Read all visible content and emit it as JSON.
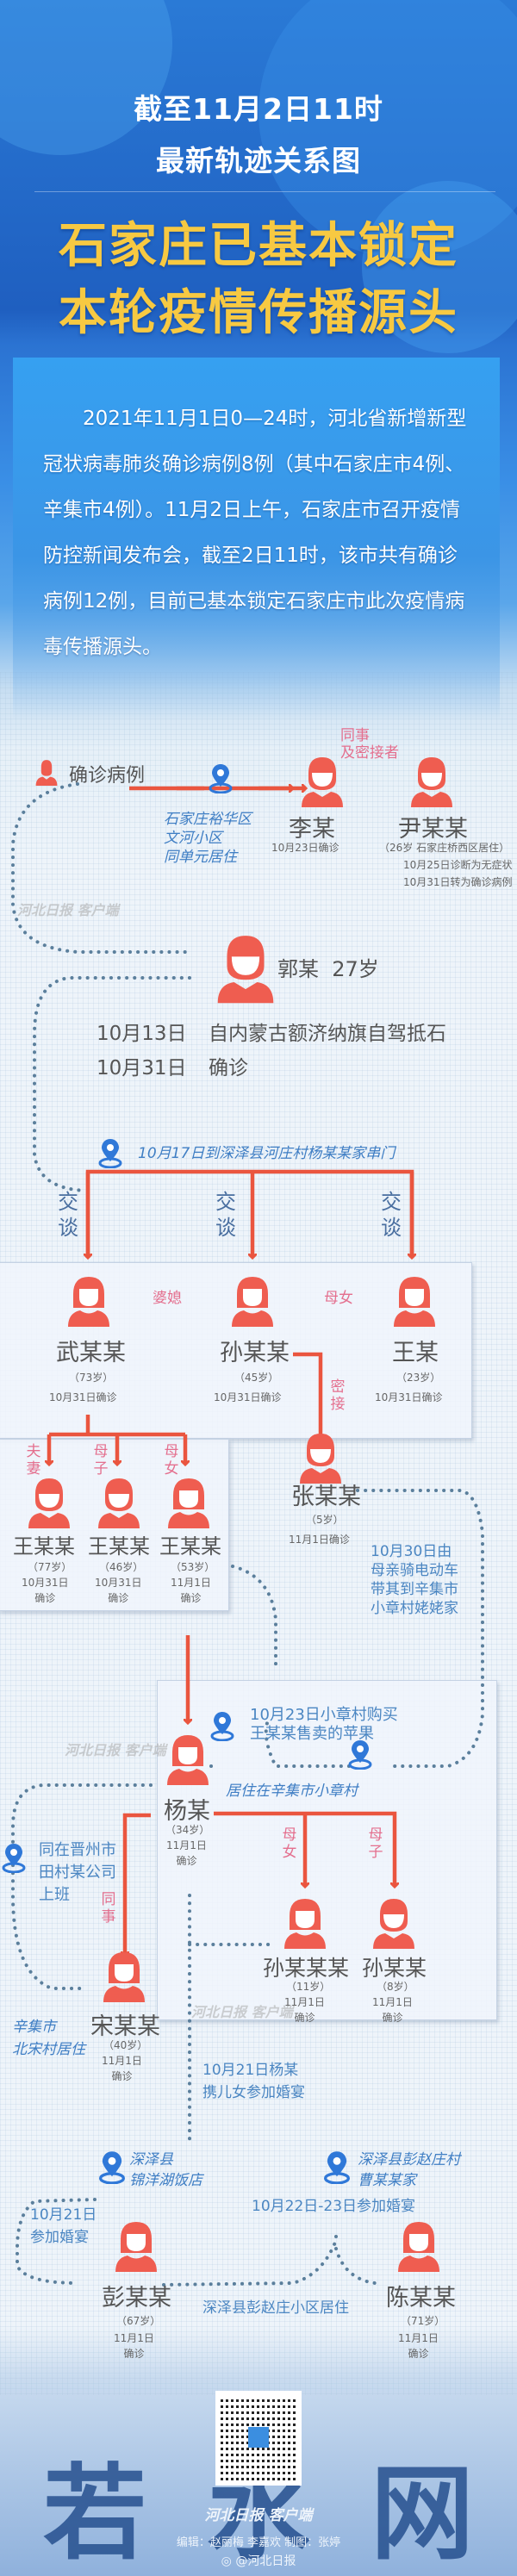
{
  "header": {
    "line1": "截至11月2日11时",
    "line2": "最新轨迹关系图",
    "headline1": "石家庄已基本锁定",
    "headline2": "本轮疫情传播源头"
  },
  "intro": {
    "paragraph": "2021年11月1日0—24时，河北省新增新型冠状病毒肺炎确诊病例8例（其中石家庄市4例、辛集市4例）。11月2日上午，石家庄市召开疫情防控新闻发布会，截至2日11时，该市共有确诊病例12例，目前已基本锁定石家庄市此次疫情病毒传播源头。"
  },
  "legend": {
    "label": "确诊病例",
    "icon": "person-icon"
  },
  "colors": {
    "case_red": "#ef5d50",
    "relation_pink": "#e46f8e",
    "location_blue": "#2f78d8",
    "title_yellow": "#f7c942",
    "header_blue": "#1f5fc0"
  },
  "diagram": {
    "loc_wenhe": {
      "lines": [
        "石家庄裕华区",
        "文河小区",
        "同单元居住"
      ]
    },
    "rel_colleague_contact": [
      "同事",
      "及密接者"
    ],
    "li": {
      "name": "李某",
      "confirm": "10月23日确诊"
    },
    "yin": {
      "name": "尹某某",
      "info": "（26岁  石家庄桥西区居住）",
      "note1": "10月25日诊断为无症状",
      "note2": "10月31日转为确诊病例"
    },
    "guo": {
      "name": "郭某",
      "age": "27岁",
      "events": [
        {
          "date": "10月13日",
          "desc": "自内蒙古额济纳旗自驾抵石"
        },
        {
          "date": "10月31日",
          "desc": "确诊"
        }
      ]
    },
    "loc_hezhuang": "10月17日到深泽县河庄村杨某某家串门",
    "talk_label": "交谈",
    "rel_in_law": "婆媳",
    "rel_mother_daughter": "母女",
    "rel_close_contact": "密接",
    "wu": {
      "name": "武某某",
      "age": "（73岁）",
      "confirm": "10月31日确诊"
    },
    "sun45": {
      "name": "孙某某",
      "age": "（45岁）",
      "confirm": "10月31日确诊"
    },
    "wang23": {
      "name": "王某",
      "age": "（23岁）",
      "confirm": "10月31日确诊"
    },
    "rel_spouse": "夫妻",
    "rel_mother_son": "母子",
    "wang77": {
      "name": "王某某",
      "age": "（77岁）",
      "confirm1": "10月31日",
      "confirm2": "确诊"
    },
    "wang46": {
      "name": "王某某",
      "age": "（46岁）",
      "confirm1": "10月31日",
      "confirm2": "确诊"
    },
    "wang53": {
      "name": "王某某",
      "age": "（53岁）",
      "confirm1": "11月1日",
      "confirm2": "确诊"
    },
    "zhang": {
      "name": "张某某",
      "age": "（5岁）",
      "confirm": "11月1日确诊"
    },
    "zhang_note": [
      "10月30日由",
      "母亲骑电动车",
      "带其到辛集市",
      "小章村姥姥家"
    ],
    "loc_apple": [
      "10月23日小章村购买",
      "王某某售卖的苹果"
    ],
    "loc_xiaozhang": "居住在辛集市小章村",
    "yang": {
      "name": "杨某",
      "age": "（34岁）",
      "confirm1": "11月1日",
      "confirm2": "确诊"
    },
    "loc_jinzhou": [
      "同在晋州市",
      "田村某公司",
      "上班"
    ],
    "rel_colleague": "同事",
    "sun11": {
      "name": "孙某某某",
      "age": "（11岁）",
      "confirm1": "11月1日",
      "confirm2": "确诊"
    },
    "sun8": {
      "name": "孙某某",
      "age": "（8岁）",
      "confirm1": "11月1日",
      "confirm2": "确诊"
    },
    "song": {
      "name": "宋某某",
      "age": "（40岁）",
      "confirm1": "11月1日",
      "confirm2": "确诊"
    },
    "loc_beisong": [
      "辛集市",
      "北宋村居住"
    ],
    "wedding_note": [
      "10月21日杨某",
      "携儿女参加婚宴"
    ],
    "loc_jinyang": [
      "深泽县",
      "锦洋湖饭店"
    ],
    "loc_cao": [
      "深泽县彭赵庄村",
      "曹某某家"
    ],
    "wedding_dates": "10月22日-23日参加婚宴",
    "wedding_21": [
      "10月21日",
      "参加婚宴"
    ],
    "peng": {
      "name": "彭某某",
      "age": "（67岁）",
      "confirm1": "11月1日",
      "confirm2": "确诊"
    },
    "chen": {
      "name": "陈某某",
      "age": "（71岁）",
      "confirm1": "11月1日",
      "confirm2": "确诊"
    },
    "loc_pengzhao": "深泽县彭赵庄小区居住",
    "watermark": "河北日报 客户端"
  },
  "footer": {
    "brand": "河北日报 客户端",
    "credits": "编辑：赵丽梅    李嘉欢        制图：张婷",
    "weibo": "@河北日报",
    "overlay_chars": [
      "若",
      "水",
      "网"
    ]
  }
}
